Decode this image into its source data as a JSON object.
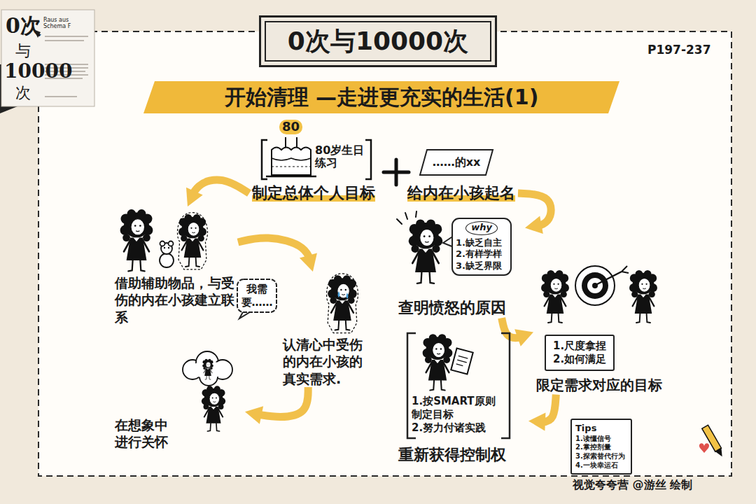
{
  "diagram": {
    "title": "0次与10000次",
    "nodes": [
      {
        "text": [
          "开始清理 —走进更充实的生活(1)"
        ]
      },
      {
        "text": [
          "制定总体个人目标"
        ]
      },
      {
        "text": [
          "……的xx"
        ]
      },
      {
        "text": [
          "给内在小孩起名"
        ]
      },
      {
        "text": [
          "借助辅助物品，与受伤的内在小孩建立联系"
        ]
      },
      {
        "text": [
          "我需要……"
        ]
      },
      {
        "text": [
          "认清心中受伤的内在小孩的真实需求."
        ]
      },
      {
        "text": [
          "在想象中进行关怀"
        ]
      },
      {
        "text": [
          "查明愤怒的原因"
        ]
      },
      {
        "text": [
          "why",
          "1.缺乏自主",
          "2.有样学样",
          "3.缺乏界限"
        ],
        "in": 8
      },
      {
        "text": [
          "限定需求对应的目标"
        ]
      },
      {
        "text": [
          "1.尺度拿捏",
          "2.如何满足"
        ],
        "in": 10
      },
      {
        "text": [
          "重新获得控制权"
        ]
      },
      {
        "text": [
          "1.按SMART原则制定目标",
          "2.努力付诸实践"
        ],
        "in": 12
      },
      {
        "text": [
          "Tips",
          "1.读懂信号",
          "2.掌控剂量",
          "3.探索替代行为",
          "4.一块幸运石"
        ]
      }
    ],
    "edges": [
      {
        "from": 1,
        "to": 4,
        "arrow": "to"
      },
      {
        "from": 4,
        "to": 6,
        "arrow": "to"
      },
      {
        "from": 6,
        "to": 7,
        "arrow": "to"
      },
      {
        "from": 3,
        "to": 8,
        "arrow": "to"
      },
      {
        "from": 8,
        "to": 10,
        "arrow": "to"
      },
      {
        "from": 10,
        "to": 12,
        "arrow": "to"
      }
    ],
    "labels": [
      "P197-237",
      "80",
      "80岁生日练习",
      "0次",
      "与",
      "10000",
      "次",
      "Raus aus Schema F",
      "视觉夸夸营 @游丝 绘制"
    ]
  }
}
